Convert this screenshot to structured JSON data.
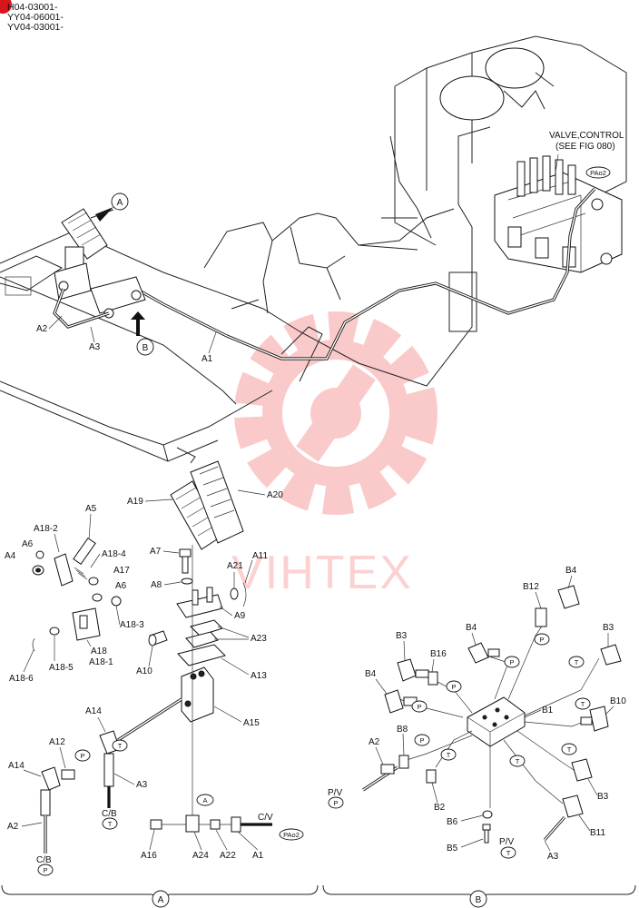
{
  "header": {
    "serials": [
      "H04-03001-",
      "YY04-06001-",
      "YV04-03001-"
    ],
    "corner_badge_color": "#d9141b"
  },
  "view_labels": {
    "a": "A",
    "b": "B"
  },
  "callouts": {
    "valve_line1": "VALVE,CONTROL",
    "valve_line2": "(SEE FIG 080)"
  },
  "ports": {
    "pa02": "PAo2",
    "p": "P",
    "t": "T",
    "a": "A"
  },
  "ref_codes": {
    "cb": "C/B",
    "cv": "C/V",
    "pv": "P/V"
  },
  "parts": {
    "a1": "A1",
    "a2": "A2",
    "a3": "A3",
    "a4": "A4",
    "a5": "A5",
    "a6": "A6",
    "a7": "A7",
    "a8": "A8",
    "a9": "A9",
    "a10": "A10",
    "a11": "A11",
    "a12": "A12",
    "a13": "A13",
    "a14": "A14",
    "a15": "A15",
    "a16": "A16",
    "a17": "A17",
    "a18": "A18",
    "a18_1": "A18-1",
    "a18_2": "A18-2",
    "a18_3": "A18-3",
    "a18_4": "A18-4",
    "a18_5": "A18-5",
    "a18_6": "A18-6",
    "a19": "A19",
    "a20": "A20",
    "a21": "A21",
    "a22": "A22",
    "a23": "A23",
    "a24": "A24",
    "b1": "B1",
    "b2": "B2",
    "b3": "B3",
    "b4": "B4",
    "b5": "B5",
    "b6": "B6",
    "b8": "B8",
    "b10": "B10",
    "b11": "B11",
    "b12": "B12",
    "b16": "B16"
  },
  "watermark": {
    "text": "VIHTEX",
    "color": "#f26b6b"
  }
}
